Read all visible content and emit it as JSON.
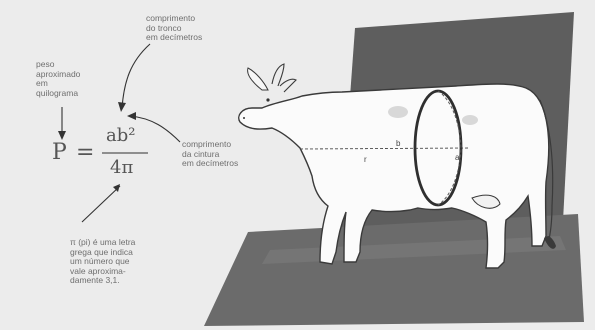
{
  "annotations": {
    "weight": [
      "peso",
      "aproximado",
      "em",
      "quilograma"
    ],
    "trunk_length": [
      "comprimento",
      "do tronco",
      "em decímetros"
    ],
    "waist_length": [
      "comprimento",
      "da cintura",
      "em decímetros"
    ],
    "pi_note": [
      "π (pi) é uma letra",
      "grega que indica",
      "um número que",
      "vale aproxima-",
      "damente 3,1."
    ]
  },
  "formula": {
    "lhs": "P",
    "equals": "=",
    "numerator": "ab²",
    "denominator": "4π"
  },
  "figure_labels": {
    "b": "b",
    "r": "r",
    "a": "a"
  },
  "colors": {
    "background": "#ececec",
    "board": "#5e5e5e",
    "floor": "#6b6b6b",
    "ink": "#444444",
    "note_text": "#6f6f6f"
  },
  "icons": {
    "cow": "cow-illustration",
    "girth": "girth-ellipse"
  }
}
